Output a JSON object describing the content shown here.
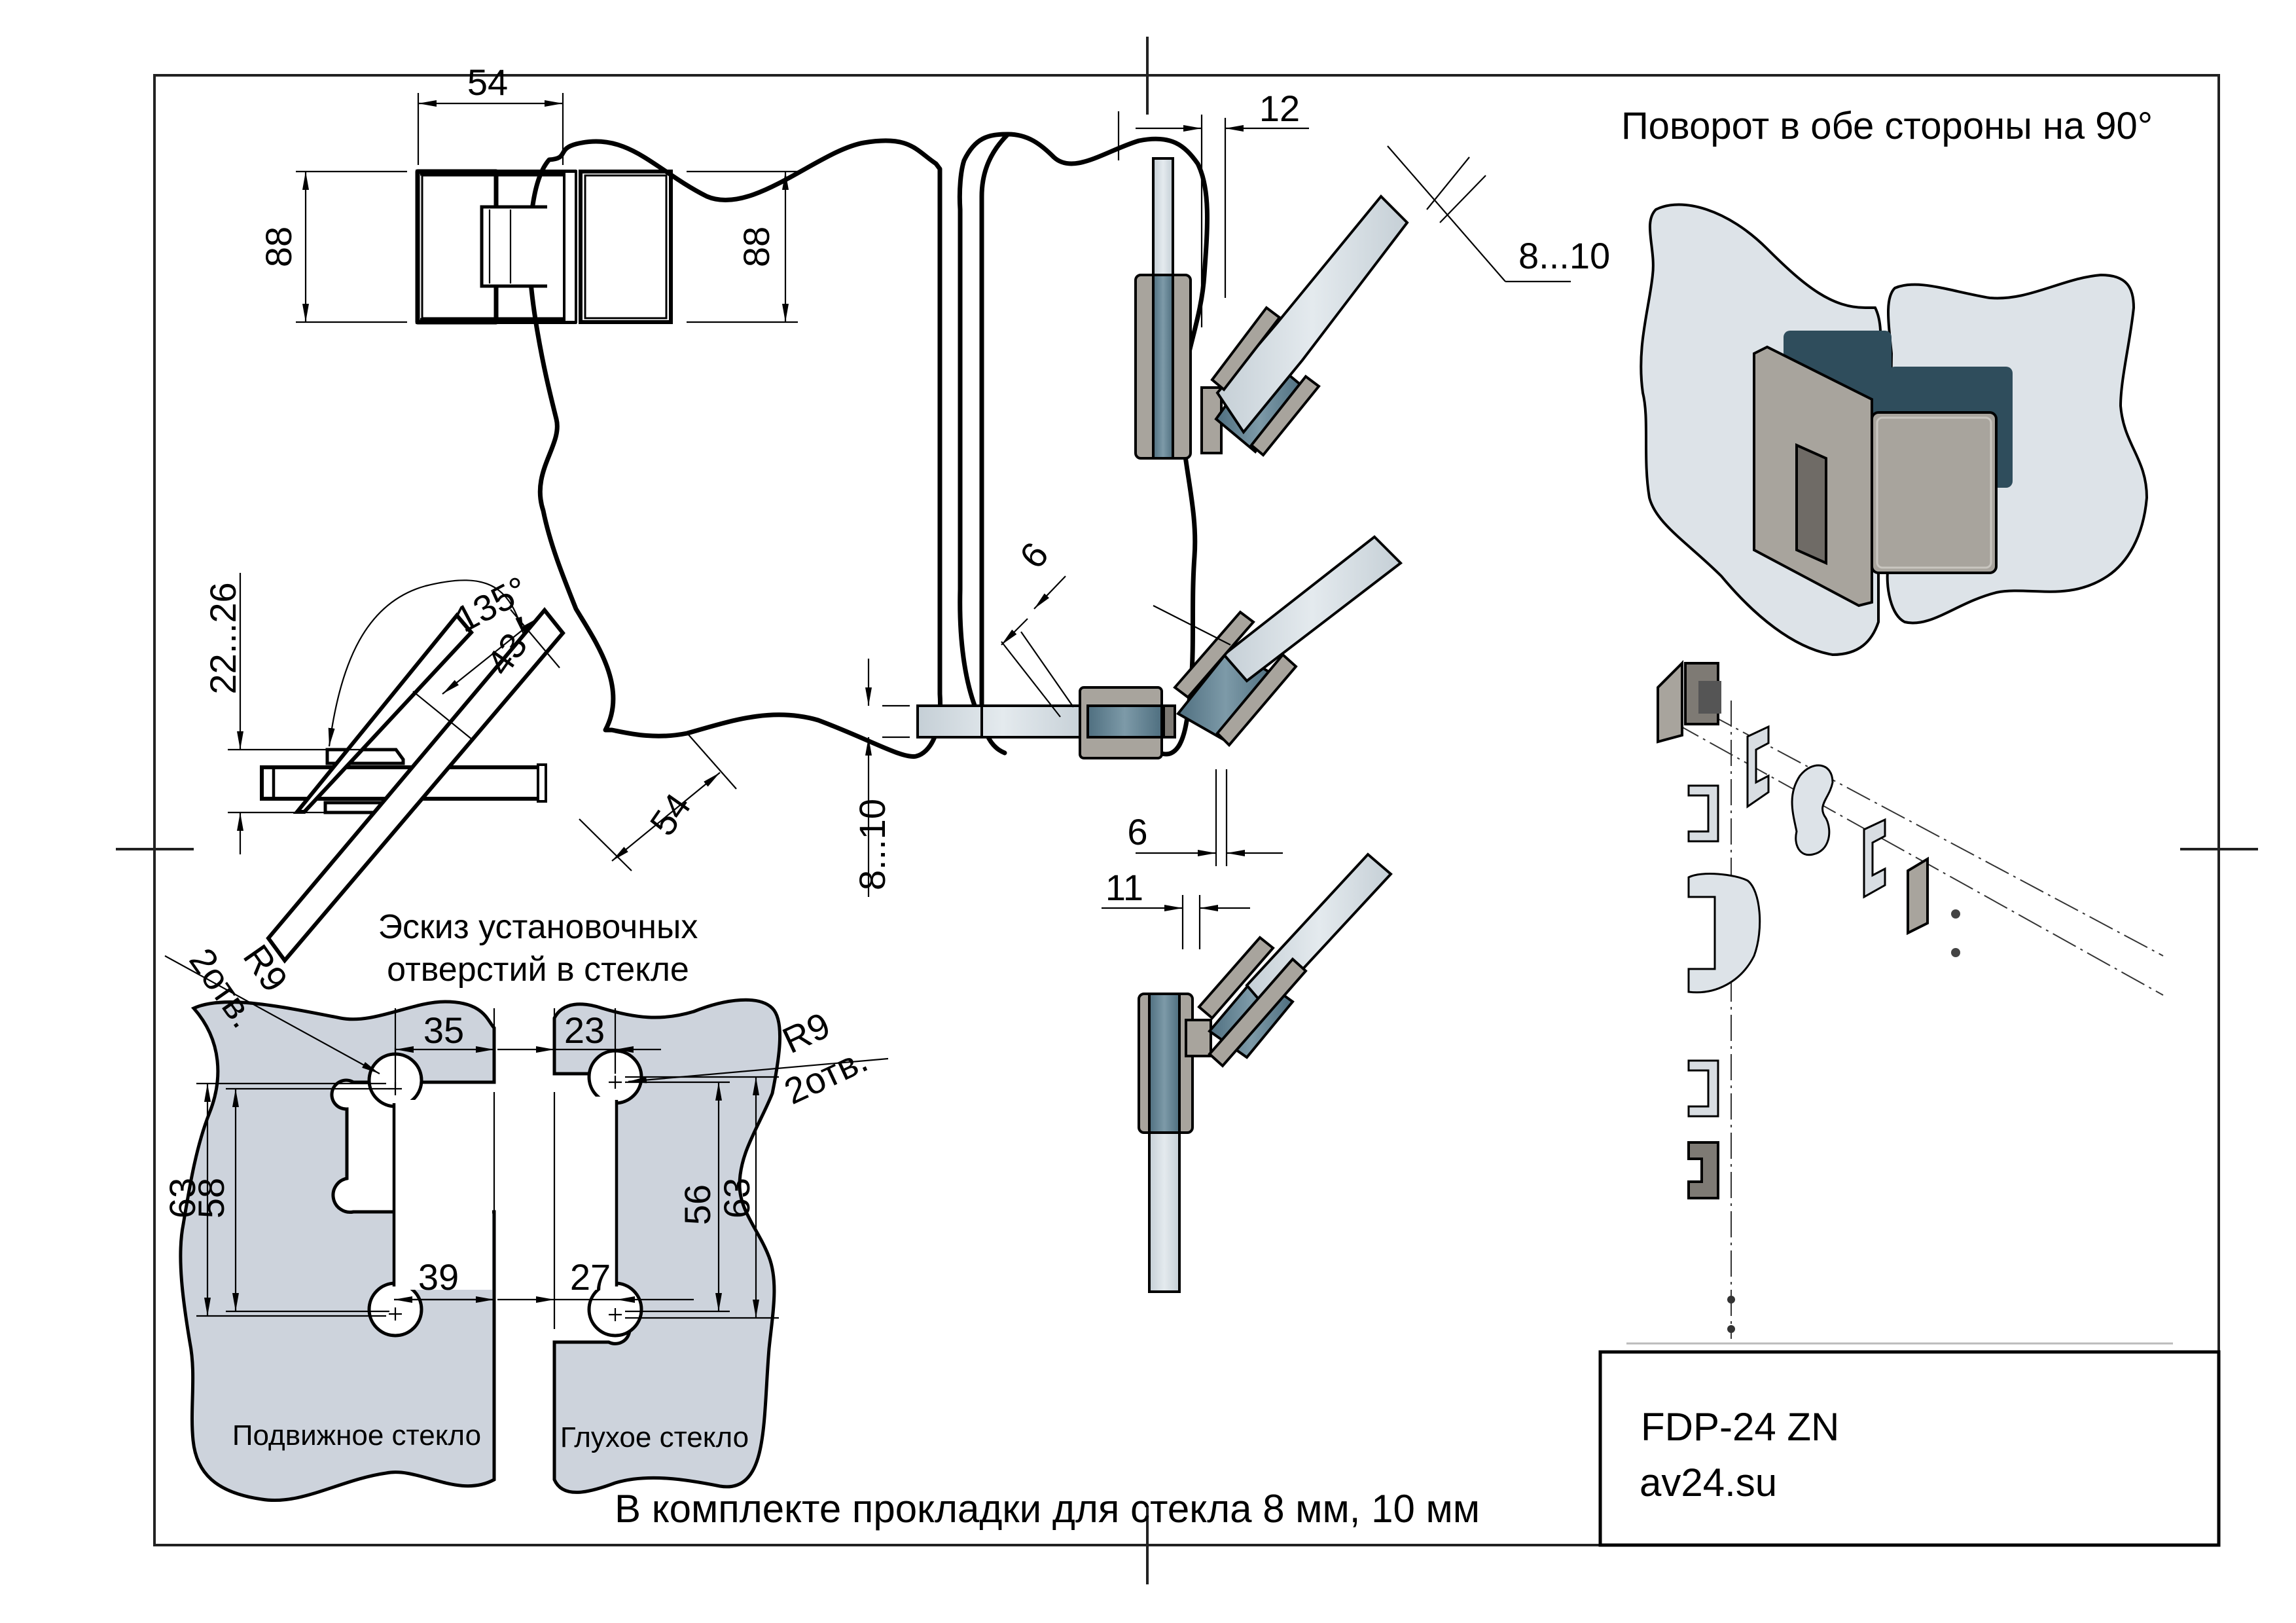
{
  "sheet": {
    "rotation_note": "Поворот в обе стороны на 90°",
    "hole_sketch_title": [
      "Эскиз установочных",
      "отверстий в стекле"
    ],
    "kit_note": "В комплекте прокладки для стекла 8 мм, 10 мм"
  },
  "title_block": {
    "model": "FDP-24 ZN",
    "website": "av24.su"
  },
  "front_view": {
    "width_dim": "54",
    "left_height_dim": "88",
    "right_height_dim": "88"
  },
  "top_view": {
    "angle_dim": "135°",
    "gap_dim": "22...26",
    "inner_length_dim": "43",
    "outer_length_dim": "54"
  },
  "hole_sketch": {
    "radius_label_left": "R9",
    "holes_label_left": "2отв.",
    "radius_label_right": "R9",
    "holes_label_right": "2отв.",
    "dim_35": "35",
    "dim_23": "23",
    "dim_39": "39",
    "dim_27": "27",
    "dim_63_left": "63",
    "dim_58": "58",
    "dim_56": "56",
    "dim_63_right": "63",
    "moving_glass_label": "Подвижное стекло",
    "fixed_glass_label": "Глухое стекло"
  },
  "rotation_views": {
    "view1_offset_dim": "12",
    "view1_glass_dim": "8...10",
    "view2_chamfer_dim": "6",
    "view2_glass_dim": "8...10",
    "view2_gap_dim": "6",
    "view3_offset_dim": "11"
  },
  "colors": {
    "glass_sketch": "#cdd3dc",
    "glass_render": "#dde3e8",
    "metal": "#a8a49d",
    "glass_edge_blue": "#5d7d8e"
  }
}
